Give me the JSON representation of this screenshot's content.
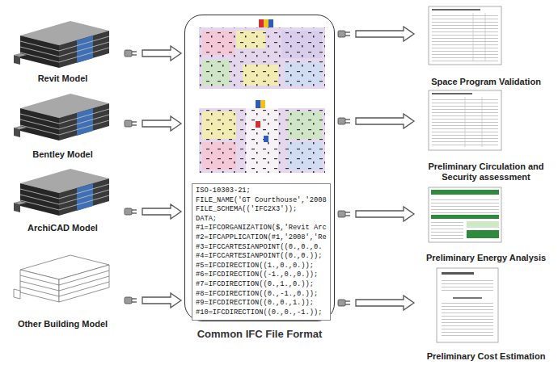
{
  "diagram": {
    "nodes": [
      {
        "text": [
          "Revit Model"
        ]
      },
      {
        "text": [
          "Bentley Model"
        ]
      },
      {
        "text": [
          "ArchiCAD Model"
        ]
      },
      {
        "text": [
          "Other Building Model"
        ]
      },
      {
        "text": [
          "Common IFC File Format"
        ]
      },
      {
        "text": [
          "ISO-10303-21;",
          "FILE_NAME('GT Courthouse','2008",
          "FILE_SCHEMA(('IFC2X3'));",
          "DATA;",
          "#1=IFCORGANIZATION($,'Revit Arc",
          "#2=IFCAPPLICATION(#1,'2008','Re",
          "#3=IFCCARTESIANPOINT((0.,0.,0.",
          "#4=IFCCARTESIANPOINT((0.,0.));",
          "#5=IFCDIRECTION((1.,0.,0.));",
          "#6=IFCDIRECTION((-1.,0.,0.));",
          "#7=IFCDIRECTION((0.,1.,0.));",
          "#8=IFCDIRECTION((0.,-1.,0.));",
          "#9=IFCDIRECTION((0.,0.,1.));",
          "#10=IFCDIRECTION((0.,0.,-1.));"
        ],
        "in": 4
      },
      {
        "text": [
          "Space Program Validation"
        ]
      },
      {
        "text": [
          "Preliminary Circulation and Security assessment"
        ]
      },
      {
        "text": [
          "Preliminary Energy Analysis"
        ]
      },
      {
        "text": [
          "Preliminary Cost Estimation"
        ]
      }
    ],
    "edges": [
      {
        "from": 0,
        "to": 4,
        "arrow": "to"
      },
      {
        "from": 1,
        "to": 4,
        "arrow": "to"
      },
      {
        "from": 2,
        "to": 4,
        "arrow": "to"
      },
      {
        "from": 3,
        "to": 4,
        "arrow": "to"
      },
      {
        "from": 4,
        "to": 6,
        "arrow": "to"
      },
      {
        "from": 4,
        "to": 7,
        "arrow": "to"
      },
      {
        "from": 4,
        "to": 8,
        "arrow": "to"
      },
      {
        "from": 4,
        "to": 9,
        "arrow": "to"
      }
    ]
  }
}
